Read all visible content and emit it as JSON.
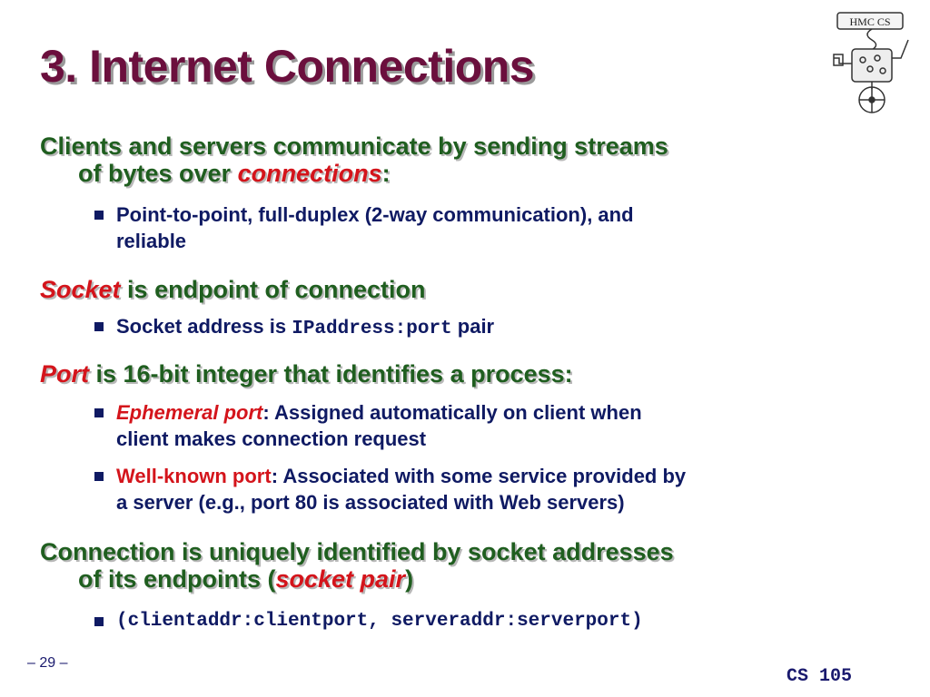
{
  "title": "3. Internet Connections",
  "logo_text": "HMC CS",
  "colors": {
    "title": "#6b0f3d",
    "level1": "#1f5e1f",
    "level2": "#0f1a63",
    "highlight": "#d4141b"
  },
  "items": [
    {
      "line1_before": "Clients and servers communicate by sending streams",
      "line2_before": "of bytes over ",
      "highlight": "connections",
      "after": ":",
      "sub": [
        {
          "line1": "Point-to-point, full-duplex (2-way communication), and",
          "line2": "reliable"
        }
      ]
    },
    {
      "highlight": "Socket",
      "after": " is endpoint of connection",
      "sub": [
        {
          "before": "Socket address is ",
          "code": "IPaddress:port",
          "after": " pair"
        }
      ]
    },
    {
      "highlight": "Port",
      "after": " is 16-bit integer that identifies a process:",
      "sub": [
        {
          "term": "Ephemeral port",
          "line1": ": Assigned automatically on client when",
          "line2": "client makes connection request"
        },
        {
          "term": "Well-known port",
          "line1": ": Associated with some service provided by",
          "line2": "a server (e.g., port 80 is associated with Web servers)"
        }
      ]
    },
    {
      "line1_before": "Connection is uniquely identified by socket addresses",
      "line2_before": "of its endpoints (",
      "highlight": "socket pair",
      "after": ")",
      "sub": [
        {
          "code": "(clientaddr:clientport, serveraddr:serverport)"
        }
      ]
    }
  ],
  "footer": {
    "page": "– 29 –",
    "course": "CS 105"
  }
}
